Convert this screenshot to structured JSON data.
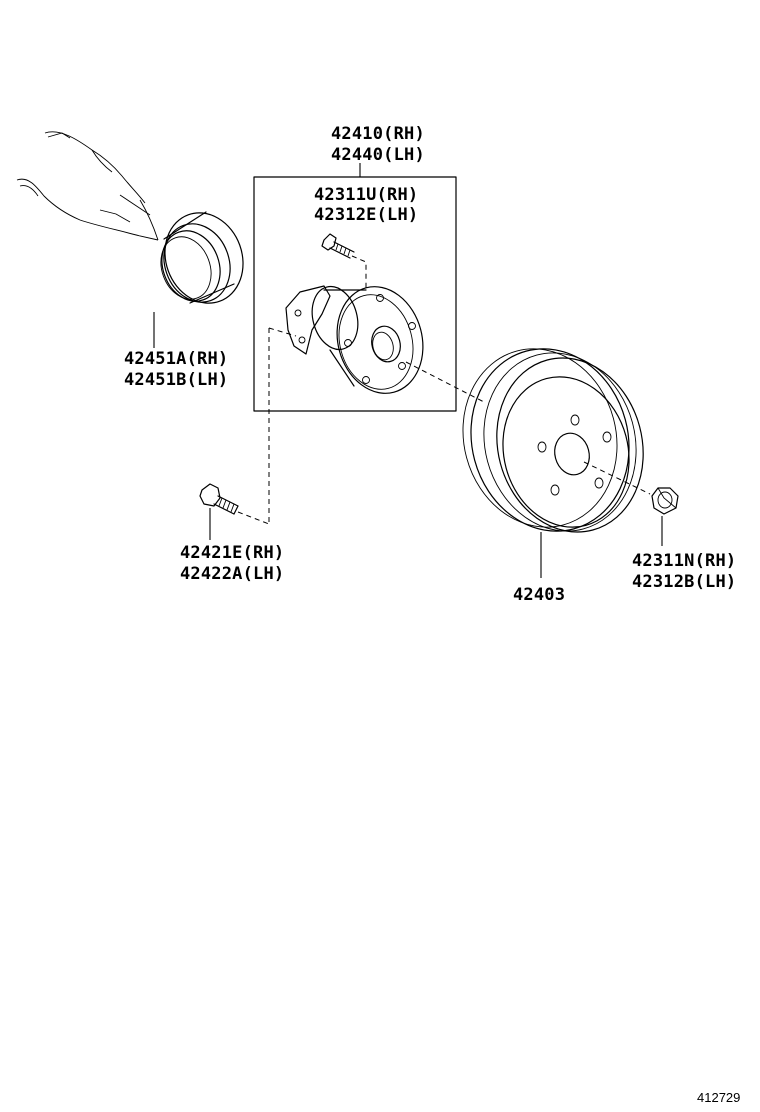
{
  "labels": {
    "hub_assy_rh": "42410(RH)",
    "hub_assy_lh": "42440(LH)",
    "hub_bolt_rh": "42311U(RH)",
    "hub_bolt_lh": "42312E(LH)",
    "seal_rh": "42451A(RH)",
    "seal_lh": "42451B(LH)",
    "mount_bolt_rh": "42421E(RH)",
    "mount_bolt_lh": "42422A(LH)",
    "brake_drum": "42403",
    "hub_nut_rh": "42311N(RH)",
    "hub_nut_lh": "42312B(LH)"
  },
  "diagram_ref": "412729"
}
